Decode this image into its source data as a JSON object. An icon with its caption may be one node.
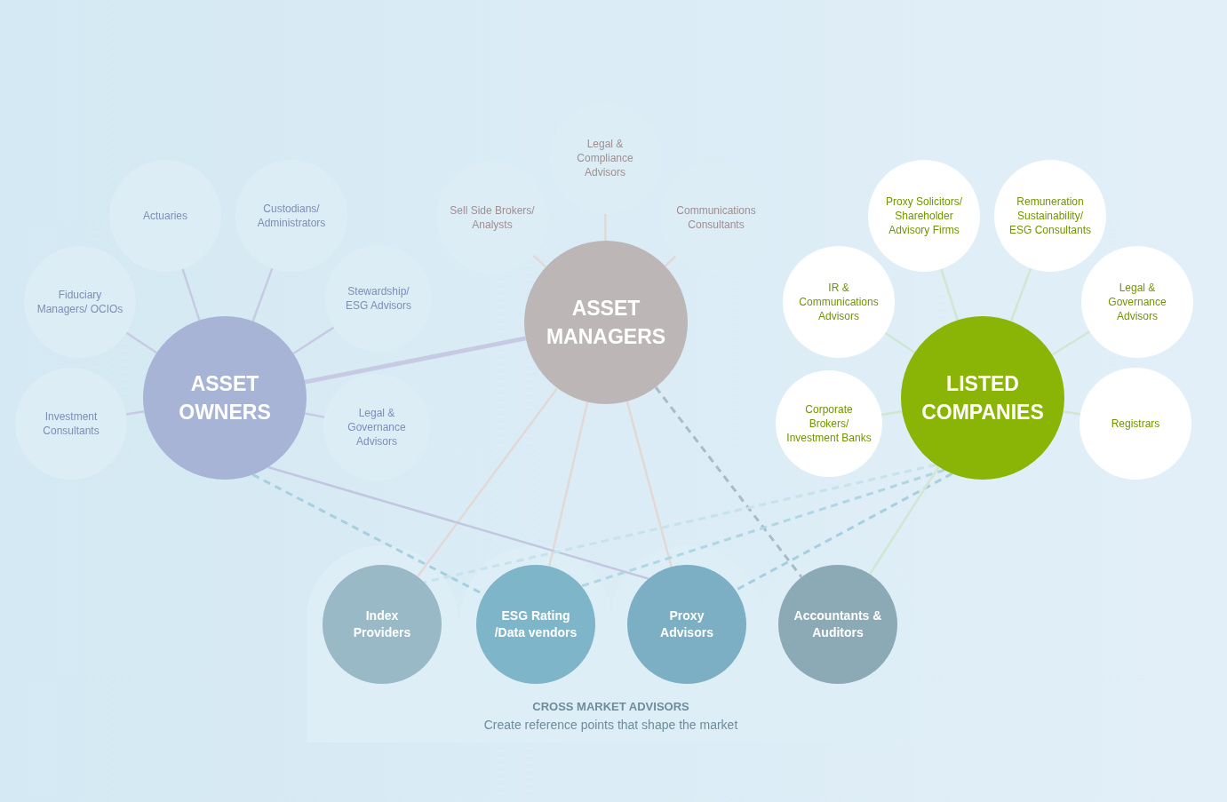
{
  "diagram": {
    "nodes": [
      {
        "text": [
          "ASSET OWNERS"
        ]
      },
      {
        "text": [
          "Actuaries"
        ]
      },
      {
        "text": [
          "Custodians/ Administrators"
        ]
      },
      {
        "text": [
          "Fiduciary Managers/ OCIOs"
        ]
      },
      {
        "text": [
          "Stewardship/ ESG Advisors"
        ]
      },
      {
        "text": [
          "Investment Consultants"
        ]
      },
      {
        "text": [
          "Legal & Governance Advisors"
        ]
      },
      {
        "text": [
          "ASSET MANAGERS"
        ]
      },
      {
        "text": [
          "Sell Side Brokers/ Analysts"
        ]
      },
      {
        "text": [
          "Legal & Compliance Advisors"
        ]
      },
      {
        "text": [
          "Communications Consultants"
        ]
      },
      {
        "text": [
          "LISTED COMPANIES"
        ]
      },
      {
        "text": [
          "Proxy Solicitors/ Shareholder Advisory Firms"
        ]
      },
      {
        "text": [
          "Remuneration Sustainability/ ESG Consultants"
        ]
      },
      {
        "text": [
          "IR & Communications Advisors"
        ]
      },
      {
        "text": [
          "Legal & Governance Advisors"
        ]
      },
      {
        "text": [
          "Corporate Brokers/ Investment Banks"
        ]
      },
      {
        "text": [
          "Registrars"
        ]
      },
      {
        "text": [
          "CROSS MARKET ADVISORS",
          "Create reference points that shape the market"
        ]
      },
      {
        "text": [
          "Index Providers"
        ],
        "in": 18
      },
      {
        "text": [
          "ESG Rating /Data vendors"
        ],
        "in": 18
      },
      {
        "text": [
          "Proxy Advisors"
        ],
        "in": 18
      },
      {
        "text": [
          "Accountants & Auditors"
        ],
        "in": 18
      }
    ],
    "edges": [
      {
        "from": 0,
        "to": 1,
        "arrow": "none",
        "color": "#c6cbe3"
      },
      {
        "from": 0,
        "to": 2,
        "arrow": "none",
        "color": "#c6cbe3"
      },
      {
        "from": 0,
        "to": 3,
        "arrow": "none",
        "color": "#c6cbe3"
      },
      {
        "from": 0,
        "to": 4,
        "arrow": "none",
        "color": "#c6cbe3"
      },
      {
        "from": 0,
        "to": 5,
        "arrow": "none",
        "color": "#c6cbe3"
      },
      {
        "from": 0,
        "to": 6,
        "arrow": "none",
        "color": "#c6cbe3"
      },
      {
        "from": 0,
        "to": 7,
        "arrow": "none",
        "style": "thick",
        "color": "#c6cbe3"
      },
      {
        "from": 7,
        "to": 8,
        "arrow": "none",
        "color": "#e2d9d6"
      },
      {
        "from": 7,
        "to": 9,
        "arrow": "none",
        "color": "#e2d9d6"
      },
      {
        "from": 7,
        "to": 10,
        "arrow": "none",
        "color": "#e2d9d6"
      },
      {
        "from": 11,
        "to": 12,
        "arrow": "none",
        "color": "#d2e7d2"
      },
      {
        "from": 11,
        "to": 13,
        "arrow": "none",
        "color": "#d2e7d2"
      },
      {
        "from": 11,
        "to": 14,
        "arrow": "none",
        "color": "#d2e7d2"
      },
      {
        "from": 11,
        "to": 15,
        "arrow": "none",
        "color": "#d2e7d2"
      },
      {
        "from": 11,
        "to": 16,
        "arrow": "none",
        "color": "#d2e7d2"
      },
      {
        "from": 11,
        "to": 17,
        "arrow": "none",
        "color": "#d2e7d2"
      },
      {
        "from": 7,
        "to": 19,
        "arrow": "none",
        "color": "#e2d9d6"
      },
      {
        "from": 7,
        "to": 20,
        "arrow": "none",
        "color": "#e2d9d6"
      },
      {
        "from": 7,
        "to": 21,
        "arrow": "none",
        "color": "#e2d9d6"
      },
      {
        "from": 7,
        "to": 22,
        "arrow": "none",
        "style": "dashed",
        "color": "#a9bcc6"
      },
      {
        "from": 0,
        "to": 20,
        "arrow": "none",
        "style": "dashed",
        "color": "#a6d0de"
      },
      {
        "from": 0,
        "to": 21,
        "arrow": "none",
        "color": "#c3c6e0"
      },
      {
        "from": 11,
        "to": 19,
        "arrow": "none",
        "style": "dashed",
        "color": "#c6e2ea"
      },
      {
        "from": 11,
        "to": 20,
        "arrow": "none",
        "style": "dashed",
        "color": "#afd6e3"
      },
      {
        "from": 11,
        "to": 21,
        "arrow": "none",
        "style": "dashed",
        "color": "#a6cfdf"
      },
      {
        "from": 11,
        "to": 22,
        "arrow": "none",
        "color": "#d2e7d2"
      }
    ]
  }
}
